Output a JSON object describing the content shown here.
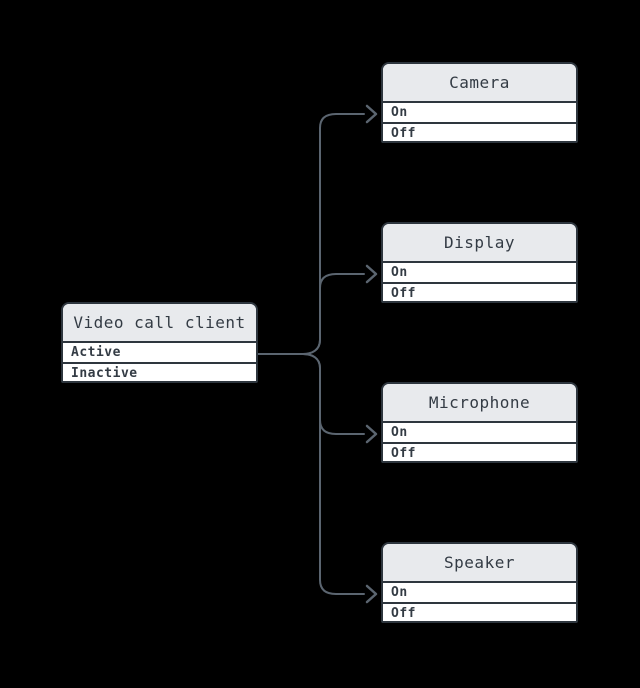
{
  "diagram": {
    "colors": {
      "background": "#000000",
      "edge": "#5b6570",
      "node_border": "#2e363e",
      "header_bg": "#e8eaed",
      "row_bg": "#ffffff",
      "text": "#333b44"
    },
    "nodes": [
      {
        "id": "video-call-client",
        "title": "Video call client",
        "rows": [
          "Active",
          "Inactive"
        ]
      },
      {
        "id": "camera",
        "title": "Camera",
        "rows": [
          "On",
          "Off"
        ]
      },
      {
        "id": "display",
        "title": "Display",
        "rows": [
          "On",
          "Off"
        ]
      },
      {
        "id": "microphone",
        "title": "Microphone",
        "rows": [
          "On",
          "Off"
        ]
      },
      {
        "id": "speaker",
        "title": "Speaker",
        "rows": [
          "On",
          "Off"
        ]
      }
    ],
    "edges": [
      {
        "from": "Video call client",
        "to": "Camera"
      },
      {
        "from": "Video call client",
        "to": "Display"
      },
      {
        "from": "Video call client",
        "to": "Microphone"
      },
      {
        "from": "Video call client",
        "to": "Speaker"
      }
    ]
  }
}
